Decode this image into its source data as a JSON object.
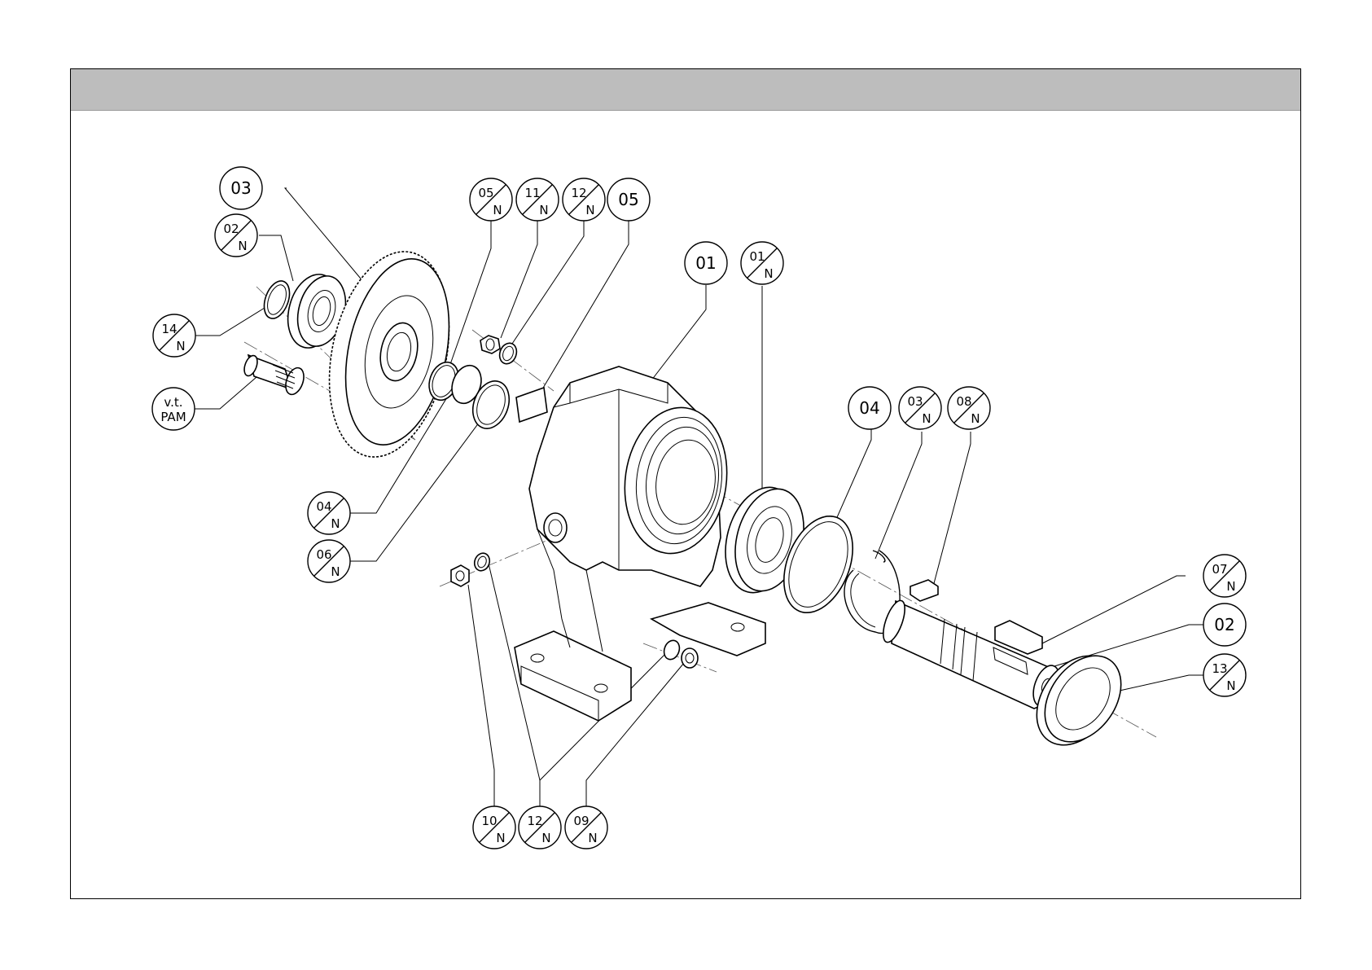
{
  "title_bar": {
    "text": ""
  },
  "balloons": [
    {
      "id": "b-03",
      "top": "03",
      "bottom": "",
      "type": "single"
    },
    {
      "id": "b-02n",
      "top": "02",
      "bottom": "N",
      "type": "split"
    },
    {
      "id": "b-14n",
      "top": "14",
      "bottom": "N",
      "type": "split"
    },
    {
      "id": "b-vtpam",
      "top": "v.t.",
      "bottom": "PAM",
      "type": "text2"
    },
    {
      "id": "b-05n",
      "top": "05",
      "bottom": "N",
      "type": "split"
    },
    {
      "id": "b-11n",
      "top": "11",
      "bottom": "N",
      "type": "split"
    },
    {
      "id": "b-12n-top",
      "top": "12",
      "bottom": "N",
      "type": "split"
    },
    {
      "id": "b-05",
      "top": "05",
      "bottom": "",
      "type": "single"
    },
    {
      "id": "b-01",
      "top": "01",
      "bottom": "",
      "type": "single"
    },
    {
      "id": "b-01n",
      "top": "01",
      "bottom": "N",
      "type": "split"
    },
    {
      "id": "b-04",
      "top": "04",
      "bottom": "",
      "type": "single"
    },
    {
      "id": "b-03n",
      "top": "03",
      "bottom": "N",
      "type": "split"
    },
    {
      "id": "b-08n",
      "top": "08",
      "bottom": "N",
      "type": "split"
    },
    {
      "id": "b-04n",
      "top": "04",
      "bottom": "N",
      "type": "split"
    },
    {
      "id": "b-06n",
      "top": "06",
      "bottom": "N",
      "type": "split"
    },
    {
      "id": "b-07n",
      "top": "07",
      "bottom": "N",
      "type": "split"
    },
    {
      "id": "b-02",
      "top": "02",
      "bottom": "",
      "type": "single"
    },
    {
      "id": "b-13n",
      "top": "13",
      "bottom": "N",
      "type": "split"
    },
    {
      "id": "b-10n",
      "top": "10",
      "bottom": "N",
      "type": "split"
    },
    {
      "id": "b-12n-bot",
      "top": "12",
      "bottom": "N",
      "type": "split"
    },
    {
      "id": "b-09n",
      "top": "09",
      "bottom": "N",
      "type": "split"
    }
  ]
}
